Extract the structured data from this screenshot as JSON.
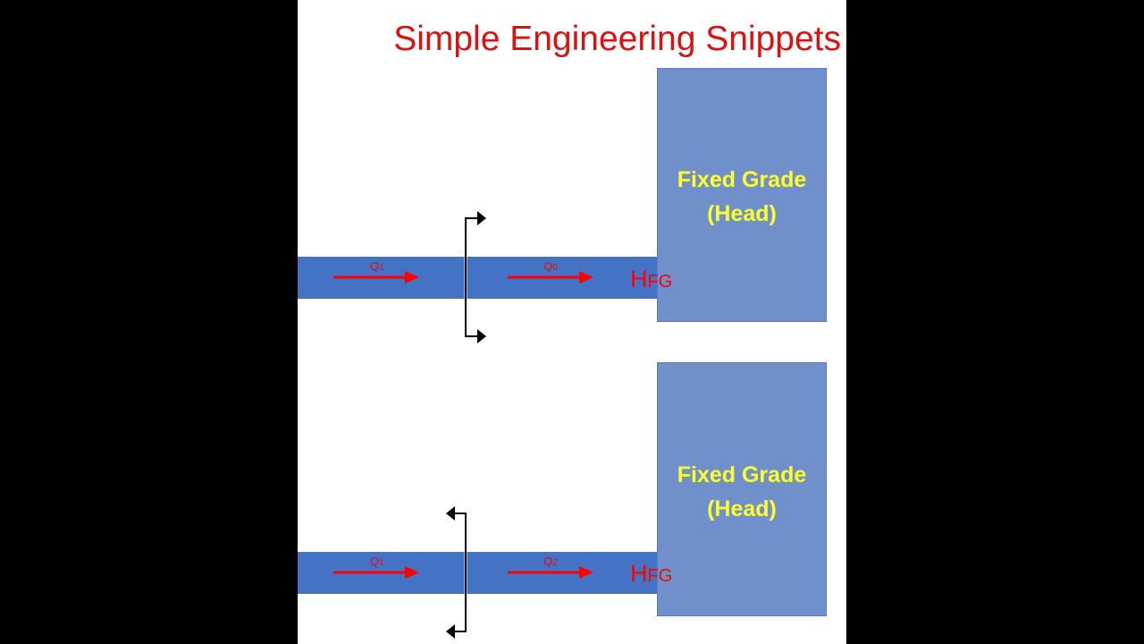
{
  "title": "Simple Engineering Snippets",
  "colors": {
    "pipe": "#4472c4",
    "reservoir": "#7090cc",
    "reservoir_border": "#5b7bbf",
    "flow": "#ff0000",
    "label": "#ffff2a",
    "title": "#e01010",
    "section": "#000000"
  },
  "diagrams": [
    {
      "reservoir": {
        "line1": "Fixed Grade",
        "line2": "(Head)"
      },
      "flow_in": {
        "label": "Q",
        "sub": "1"
      },
      "flow_out": {
        "label": "Q",
        "sub": "0"
      },
      "head": {
        "label": "H",
        "sub": "FG"
      },
      "section_arrows": "right"
    },
    {
      "reservoir": {
        "line1": "Fixed Grade",
        "line2": "(Head)"
      },
      "flow_in": {
        "label": "Q",
        "sub": "1"
      },
      "flow_out": {
        "label": "Q",
        "sub": "2"
      },
      "head": {
        "label": "H",
        "sub": "FG"
      },
      "section_arrows": "left"
    }
  ]
}
